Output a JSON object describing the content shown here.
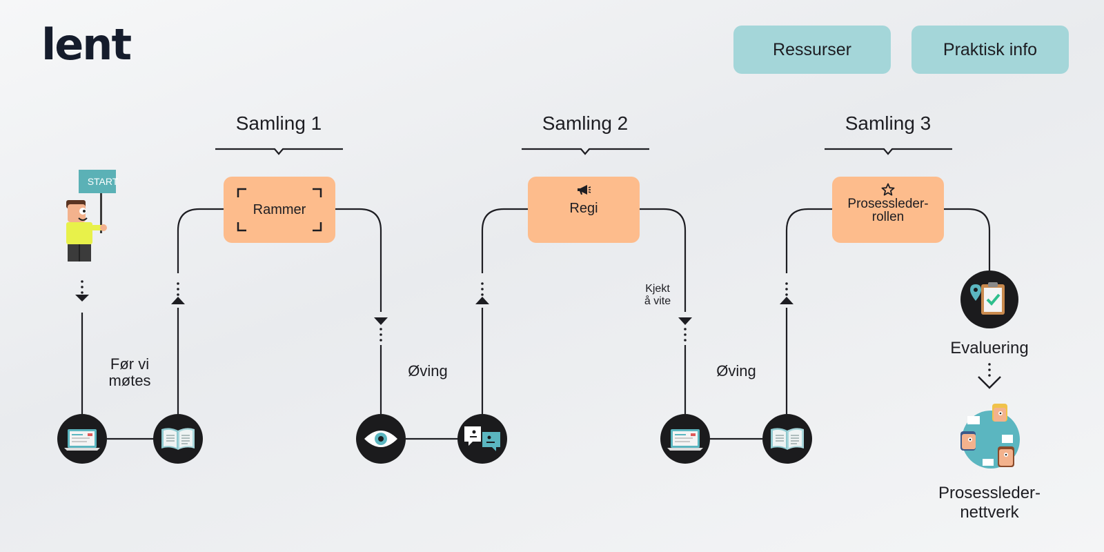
{
  "logo": "lent",
  "nav": {
    "resources_label": "Ressurser",
    "practical_label": "Praktisk info"
  },
  "start_sign": "START",
  "sessions": [
    {
      "title": "Samling 1",
      "box_label": "Rammer",
      "box_icon": "frame-corners-icon"
    },
    {
      "title": "Samling 2",
      "box_label": "Regi",
      "box_icon": "megaphone-icon"
    },
    {
      "title": "Samling 3",
      "box_label": "Prosessleder-\nrollen",
      "box_icon": "star-icon"
    }
  ],
  "labels": {
    "before": "Før vi\nmøtes",
    "practice": "Øving",
    "good_to_know": "Kjekt\nå vite",
    "evaluation": "Evaluering",
    "network": "Prosessleder-\nnettverk"
  },
  "colors": {
    "nav": "#a4d6d9",
    "box": "#fdbc8c",
    "node": "#1b1b1d",
    "line": "#1d1d22",
    "accent_teal": "#5bb6c0"
  }
}
